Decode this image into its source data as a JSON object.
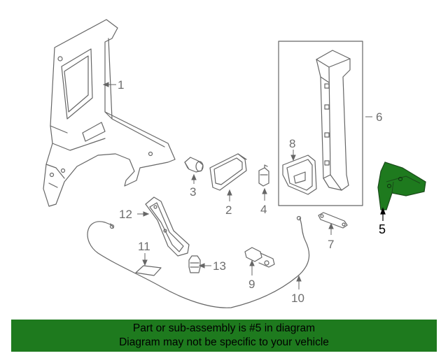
{
  "diagram": {
    "callouts": [
      "1",
      "2",
      "3",
      "4",
      "5",
      "6",
      "7",
      "8",
      "9",
      "10",
      "11",
      "12",
      "13"
    ],
    "highlighted_part": "5",
    "highlight_color": "#1e7a1e",
    "line_color": "#666666"
  },
  "banner": {
    "line1": "Part or sub-assembly is #5 in diagram",
    "line2": "Diagram may not be specific to your vehicle",
    "background": "#1e7a1e"
  }
}
